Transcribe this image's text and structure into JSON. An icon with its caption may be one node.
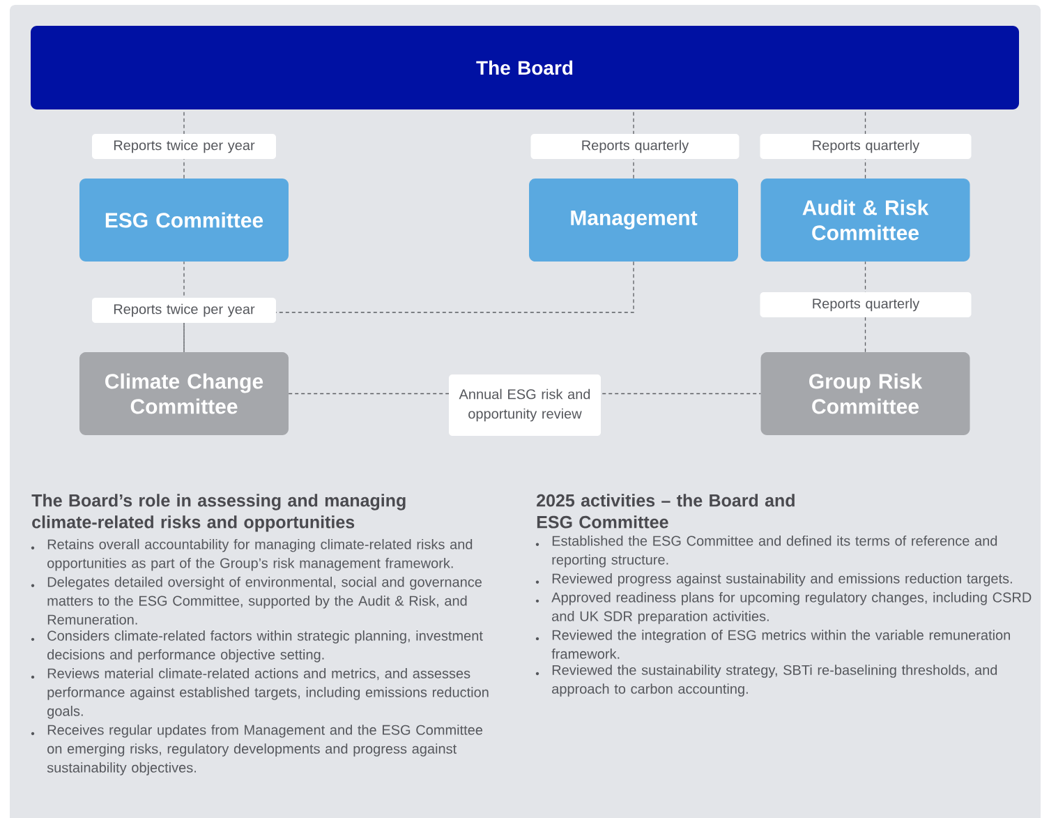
{
  "diagram": {
    "nodes": [
      {
        "text": [
          "The Board"
        ]
      },
      {
        "text": [
          "ESG Committee"
        ]
      },
      {
        "text": [
          "Management"
        ]
      },
      {
        "text": [
          "Audit & Risk Committee"
        ]
      },
      {
        "text": [
          "Climate Change Committee"
        ]
      },
      {
        "text": [
          "Group Risk Committee"
        ]
      }
    ],
    "edges": [
      {
        "from": 1,
        "to": 0,
        "arrow": "none",
        "style": "dashed",
        "label": "Reports twice per year"
      },
      {
        "from": 2,
        "to": 0,
        "arrow": "none",
        "style": "dashed",
        "label": "Reports quarterly"
      },
      {
        "from": 3,
        "to": 0,
        "arrow": "none",
        "style": "dashed",
        "label": "Reports quarterly"
      },
      {
        "from": 4,
        "to": 1,
        "arrow": "none",
        "style": "dashed",
        "label": "Reports twice per year"
      },
      {
        "from": 2,
        "to": 4,
        "arrow": "none",
        "style": "dashed"
      },
      {
        "from": 5,
        "to": 3,
        "arrow": "none",
        "style": "dashed",
        "label": "Reports quarterly"
      },
      {
        "from": 4,
        "to": 5,
        "arrow": "none",
        "style": "dashed",
        "label": "Annual ESG risk and opportunity review"
      }
    ],
    "labels": [
      "The Board’s role in assessing and managing climate-related risks and opportunities",
      "Retains overall accountability for managing climate-related risks and opportunities as part of the Group’s risk management framework.",
      "Delegates detailed oversight of environmental, social and governance matters to the ESG Committee, supported by the Audit & Risk, and Remuneration.",
      "Considers climate-related factors within strategic planning, investment decisions and performance objective setting.",
      "Reviews material climate-related actions and metrics, and assesses performance against established targets, including emissions reduction goals.",
      "Receives regular updates from Management and the ESG Committee on emerging risks, regulatory developments and progress against sustainability objectives.",
      "2025 activities – the Board and ESG Committee",
      "Established the ESG Committee and defined its terms of reference and reporting structure.",
      "Reviewed progress against sustainability and emissions reduction targets.",
      "Approved readiness plans for upcoming regulatory changes, including CSRD and UK SDR preparation activities.",
      "Reviewed the integration of ESG metrics within the variable remuneration framework.",
      "Reviewed the sustainability strategy, SBTi re-baselining thresholds, and approach to carbon accounting."
    ]
  }
}
